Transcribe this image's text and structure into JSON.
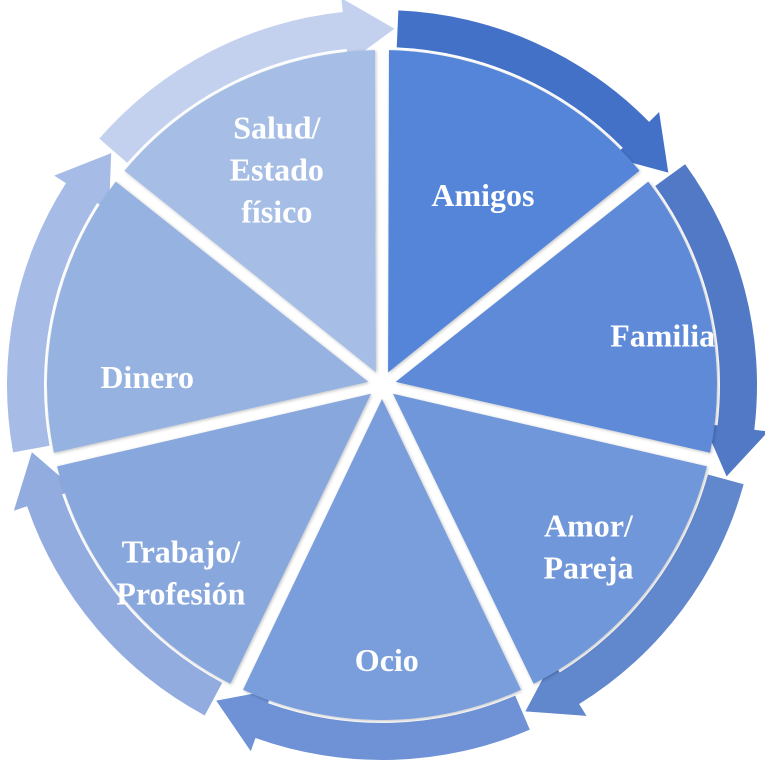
{
  "diagram": {
    "type": "segmented-cycle",
    "segments": [
      {
        "id": "amigos",
        "lines": [
          "Amigos"
        ],
        "fill": "#5585d8",
        "arrow": "#4471c8"
      },
      {
        "id": "familia",
        "lines": [
          "Familia"
        ],
        "fill": "#5f8ad8",
        "arrow": "#5279c6"
      },
      {
        "id": "amor",
        "lines": [
          "Amor/",
          "Pareja"
        ],
        "fill": "#7097d9",
        "arrow": "#6187cc"
      },
      {
        "id": "ocio",
        "lines": [
          "Ocio"
        ],
        "fill": "#7a9edc",
        "arrow": "#6f92d6"
      },
      {
        "id": "trabajo",
        "lines": [
          "Trabajo/",
          "Profesión"
        ],
        "fill": "#88a7dc",
        "arrow": "#93acdf"
      },
      {
        "id": "dinero",
        "lines": [
          "Dinero"
        ],
        "fill": "#96b2e0",
        "arrow": "#a6bbe6"
      },
      {
        "id": "salud",
        "lines": [
          "Salud/",
          "Estado",
          "físico"
        ],
        "fill": "#a6bee6",
        "arrow": "#c3d1ef"
      }
    ]
  }
}
